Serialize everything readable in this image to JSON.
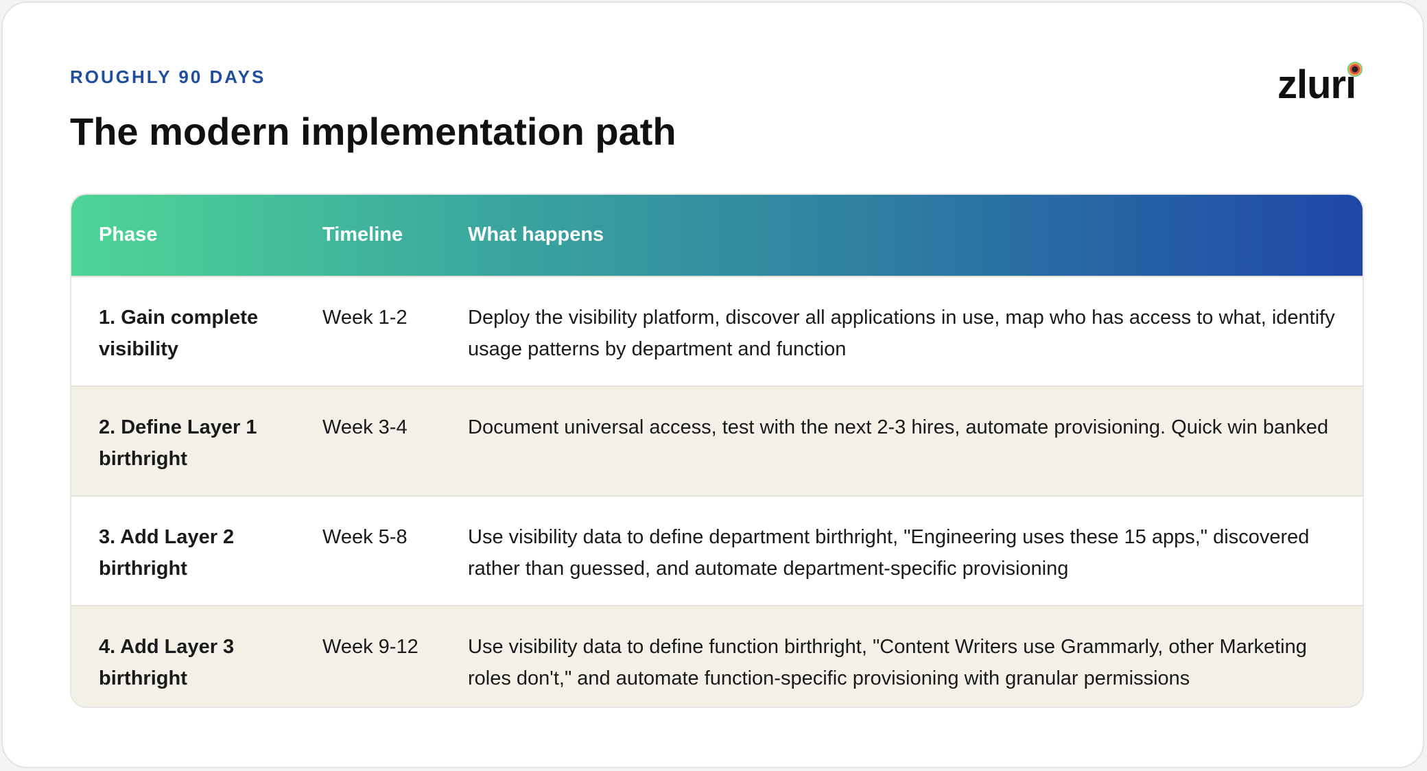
{
  "eyebrow": "ROUGHLY 90 DAYS",
  "title": "The modern implementation path",
  "logo": {
    "text": "zluri",
    "icon": "zluri-logo-dot-icon"
  },
  "table": {
    "headers": [
      "Phase",
      "Timeline",
      "What happens"
    ],
    "rows": [
      {
        "phase": "1. Gain complete visibility",
        "timeline": "Week 1-2",
        "what": "Deploy the visibility platform, discover all applications in use, map who has access to what, identify usage patterns by department and function"
      },
      {
        "phase": "2. Define Layer 1 birthright",
        "timeline": "Week 3-4",
        "what": "Document universal access, test with the next 2-3 hires, automate provisioning. Quick win banked"
      },
      {
        "phase": "3. Add Layer 2 birthright",
        "timeline": "Week 5-8",
        "what": "Use visibility data to define department birthright, \"Engineering uses these 15 apps,\" discovered rather than guessed, and automate department-specific provisioning"
      },
      {
        "phase": "4. Add Layer 3 birthright",
        "timeline": "Week 9-12",
        "what": "Use visibility data to define function birthright, \"Content Writers use Grammarly, other Marketing roles don't,\" and automate function-specific provisioning with granular permissions"
      }
    ]
  },
  "colors": {
    "accent": "#1f4ea0",
    "header_gradient_start": "#4ed596",
    "header_gradient_end": "#1f47a6",
    "alt_row": "#f3f0e8"
  }
}
